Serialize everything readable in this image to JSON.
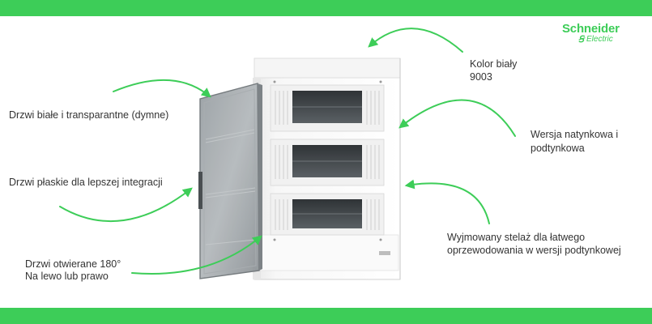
{
  "brand": {
    "name": "Schneider",
    "subline": "Electric",
    "color": "#3dcd58"
  },
  "colors": {
    "band": "#3dcd58",
    "arrow": "#3dcd58",
    "text": "#333333"
  },
  "callouts": {
    "door_types": "Drzwi białe i transparantne (dymne)",
    "flat_door": "Drzwi płaskie dla lepszej integracji",
    "opening_line1": "Drzwi otwierane 180°",
    "opening_line2": "Na lewo lub prawo",
    "color_line1": "Kolor biały",
    "color_line2": "9003",
    "mount_line1": "Wersja natynkowa i",
    "mount_line2": "podtynkowa",
    "frame_line1": "Wyjmowany stelaż dla łatwego",
    "frame_line2": "oprzewodowania w wersji podtynkowej"
  }
}
